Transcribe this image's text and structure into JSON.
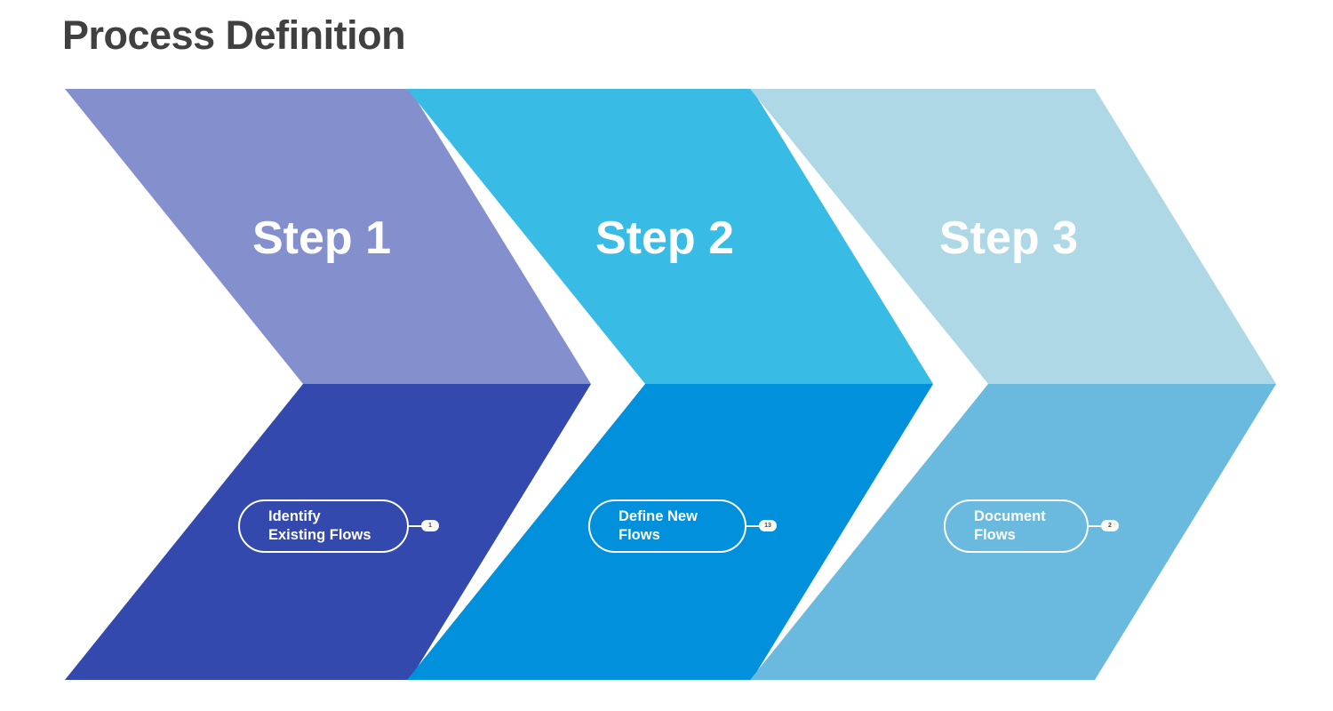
{
  "page": {
    "title": "Process Definition",
    "background_color": "#ffffff",
    "title_color": "#404040"
  },
  "diagram": {
    "type": "chevron-process",
    "direction": "left-to-right",
    "steps": [
      {
        "step_label": "Step 1",
        "task_label": "Identify\nExisting Flows",
        "badge": "1",
        "top_color": "#8490CE",
        "bottom_color": "#3349AE"
      },
      {
        "step_label": "Step 2",
        "task_label": "Define New\nFlows",
        "badge": "13",
        "top_color": "#38BCE5",
        "bottom_color": "#0090DC"
      },
      {
        "step_label": "Step 3",
        "task_label": "Document\nFlows",
        "badge": "2",
        "top_color": "#AED8E6",
        "bottom_color": "#69BADE"
      }
    ]
  }
}
